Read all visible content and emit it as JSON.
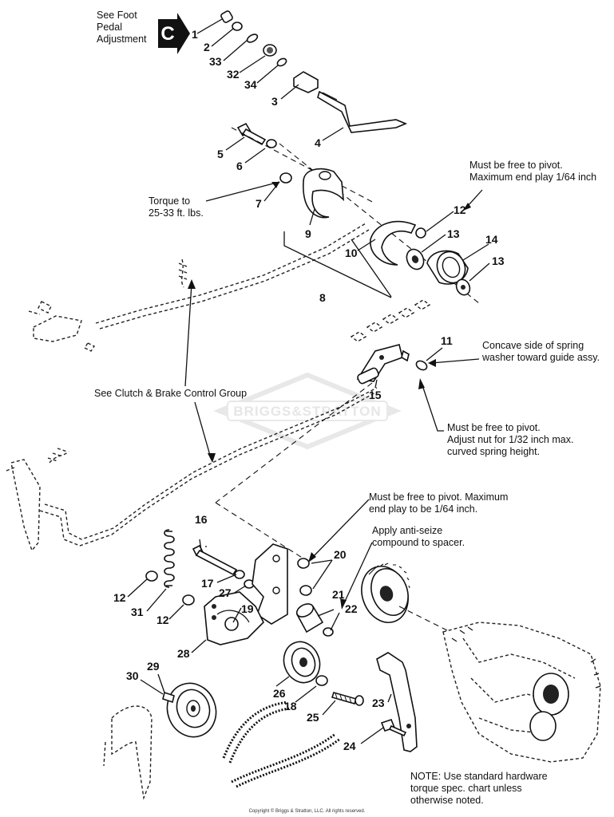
{
  "callout_c": {
    "lines": [
      "See Foot",
      "Pedal",
      "Adjustment"
    ],
    "badge": "C"
  },
  "notes": {
    "torque": [
      "Torque to",
      "25-33 ft. lbs."
    ],
    "pivot_12": [
      "Must be free to pivot.",
      "Maximum end play 1/64 inch"
    ],
    "concave": [
      "Concave side of spring",
      "washer toward guide assy."
    ],
    "clutch_group": "See Clutch & Brake Control Group",
    "pivot_adjust": [
      "Must be free to pivot.",
      "Adjust nut for 1/32 inch max.",
      "curved spring height."
    ],
    "pivot_20": [
      "Must be free to pivot. Maximum",
      "end play to be 1/64 inch."
    ],
    "anti_seize": [
      "Apply anti-seize",
      "compound to spacer."
    ],
    "note_hw": [
      "NOTE: Use standard hardware",
      "torque spec. chart unless",
      "otherwise noted."
    ]
  },
  "part_numbers": {
    "p1": "1",
    "p2": "2",
    "p33": "33",
    "p32": "32",
    "p34": "34",
    "p3": "3",
    "p4": "4",
    "p5": "5",
    "p6": "6",
    "p7": "7",
    "p9": "9",
    "p12a": "12",
    "p13a": "13",
    "p14": "14",
    "p10": "10",
    "p13b": "13",
    "p8": "8",
    "p11": "11",
    "p15": "15",
    "p16": "16",
    "p20": "20",
    "p21": "21",
    "p12b": "12",
    "p17": "17",
    "p27": "27",
    "p31": "31",
    "p12c": "12",
    "p19": "19",
    "p22": "22",
    "p28": "28",
    "p29": "29",
    "p30": "30",
    "p26": "26",
    "p18": "18",
    "p25": "25",
    "p23": "23",
    "p24": "24"
  },
  "watermark": "BRIGGS&STRATTON",
  "copyright": "Copyright © Briggs & Stratton, LLC. All rights reserved."
}
